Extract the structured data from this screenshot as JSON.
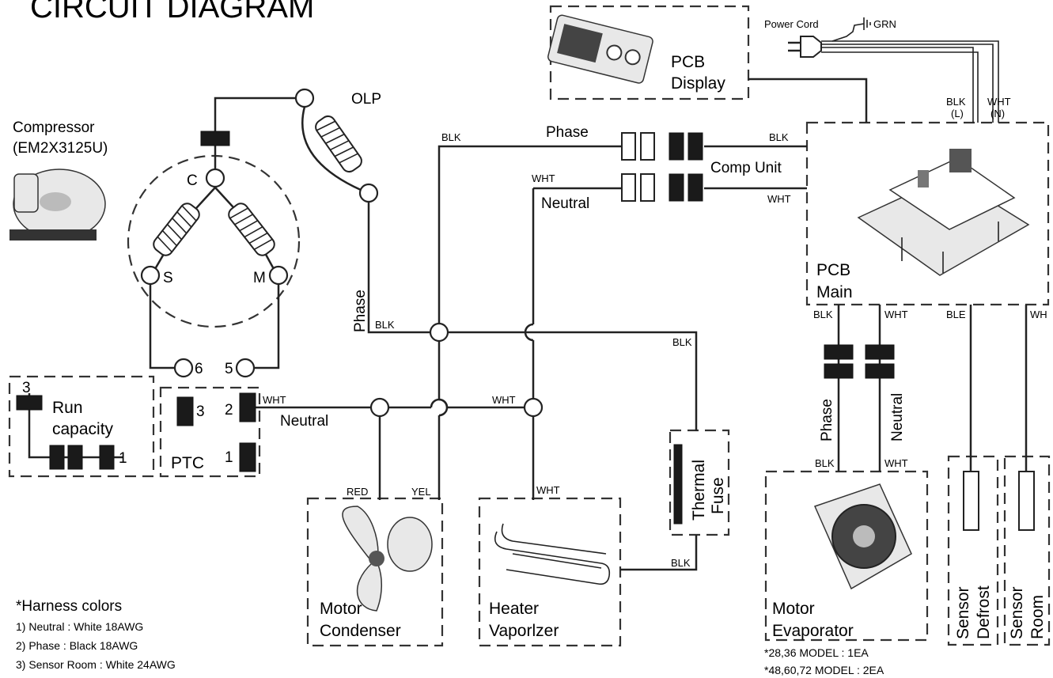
{
  "title": "CIRCUIT DIAGRAM",
  "components": {
    "compressor": {
      "name": "Compressor",
      "model": "(EM2X3125U)",
      "terminal_c": "C",
      "terminal_s": "S",
      "terminal_m": "M"
    },
    "olp": "OLP",
    "pcb_display": {
      "line1": "PCB",
      "line2": "Display"
    },
    "power_cord": "Power Cord",
    "ground": "GRN",
    "comp_unit": "Comp Unit",
    "pcb_main": {
      "line1": "PCB",
      "line2": "Main"
    },
    "run_capacity": {
      "line1": "Run",
      "line2": "capacity",
      "pin3": "3",
      "pin1": "1"
    },
    "ptc": {
      "name": "PTC",
      "pin3": "3",
      "pin2": "2",
      "pin1": "1"
    },
    "compressor_pins": {
      "pin6": "6",
      "pin5": "5"
    },
    "motor_condenser": {
      "line1": "Motor",
      "line2": "Condenser"
    },
    "heater_vaporizer": {
      "line1": "Heater",
      "line2": "Vaporlzer"
    },
    "thermal_fuse": {
      "line1": "Thermal",
      "line2": "Fuse"
    },
    "motor_evaporator": {
      "line1": "Motor",
      "line2": "Evaporator"
    },
    "sensor_defrost": {
      "line1": "Sensor",
      "line2": "Defrost"
    },
    "sensor_room": {
      "line1": "Sensor",
      "line2": "Room"
    }
  },
  "wire_labels": {
    "phase": "Phase",
    "neutral": "Neutral",
    "blk": "BLK",
    "wht": "WHT",
    "red": "RED",
    "yel": "YEL",
    "ble": "BLE",
    "blk_l": "BLK",
    "l": "(L)",
    "wht_n": "WHT",
    "n": "(N)",
    "wht_cut": "WH"
  },
  "harness": {
    "heading": "*Harness colors",
    "items": [
      "1) Neutral : White 18AWG",
      "2) Phase : Black 18AWG",
      "3) Sensor Room : White 24AWG"
    ]
  },
  "model_notes": [
    "*28,36 MODEL : 1EA",
    "*48,60,72 MODEL : 2EA"
  ]
}
